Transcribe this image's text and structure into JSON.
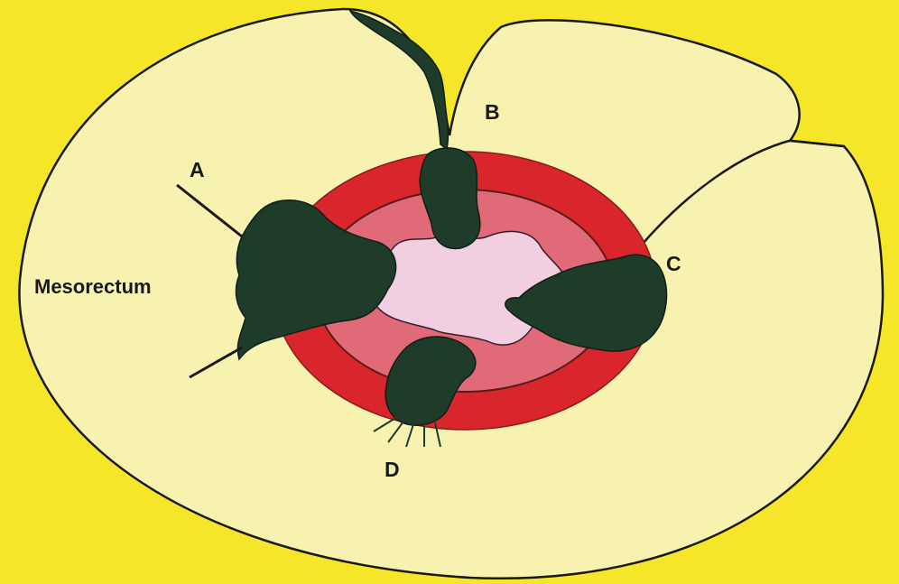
{
  "diagram": {
    "labels": {
      "mesorectum": "Mesorectum",
      "a": "A",
      "b": "B",
      "c": "C",
      "d": "D"
    },
    "colors": {
      "background": "#f5e62a",
      "mesorectum_fill": "#f8f2b0",
      "outline": "#1a1a1a",
      "muscularis": "#d9262c",
      "submucosa": "#e06a78",
      "lumen": "#f2cfe0",
      "tumor": "#1f3b29"
    }
  }
}
